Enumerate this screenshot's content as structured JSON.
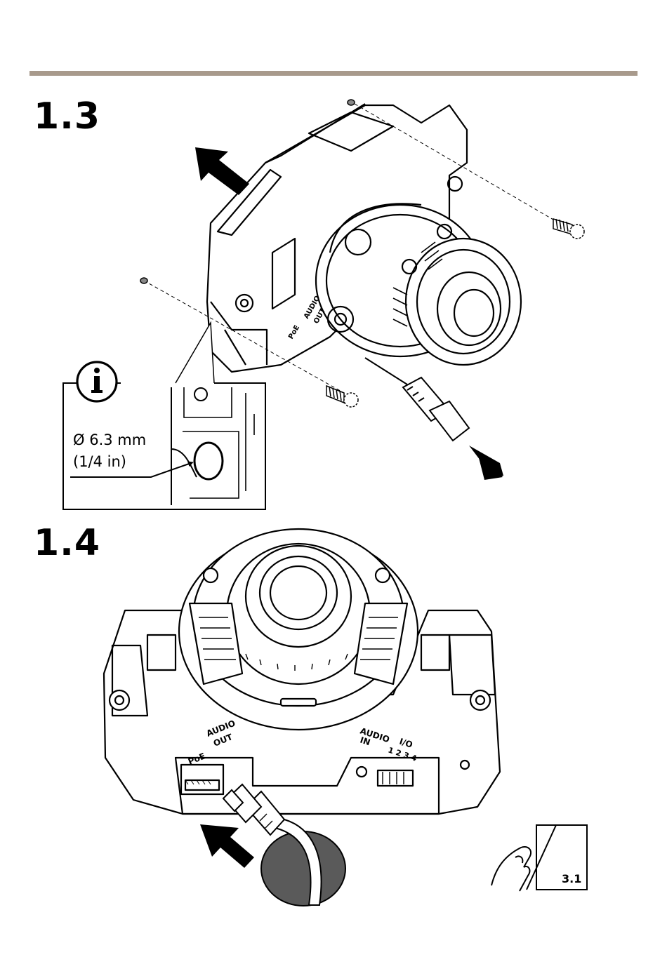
{
  "steps": [
    {
      "number": "1.3"
    },
    {
      "number": "1.4"
    }
  ],
  "info_callout": {
    "icon": "info-icon",
    "diameter_metric": "Ø 6.3 mm",
    "diameter_imperial": "(1/4 in)"
  },
  "port_labels": {
    "poe": "PoE",
    "audio_out_1": "AUDIO",
    "audio_out_2": "OUT",
    "audio_in_1": "AUDIO",
    "audio_in_2": "IN",
    "io": "I/O",
    "io_pins": "1 2 3 4"
  },
  "next_page_ref": {
    "icon": "page-turn-hand-icon",
    "label": "3.1"
  },
  "colors": {
    "rule": "#a89a8c",
    "line": "#000000",
    "grommet": "#5a5a5a"
  }
}
